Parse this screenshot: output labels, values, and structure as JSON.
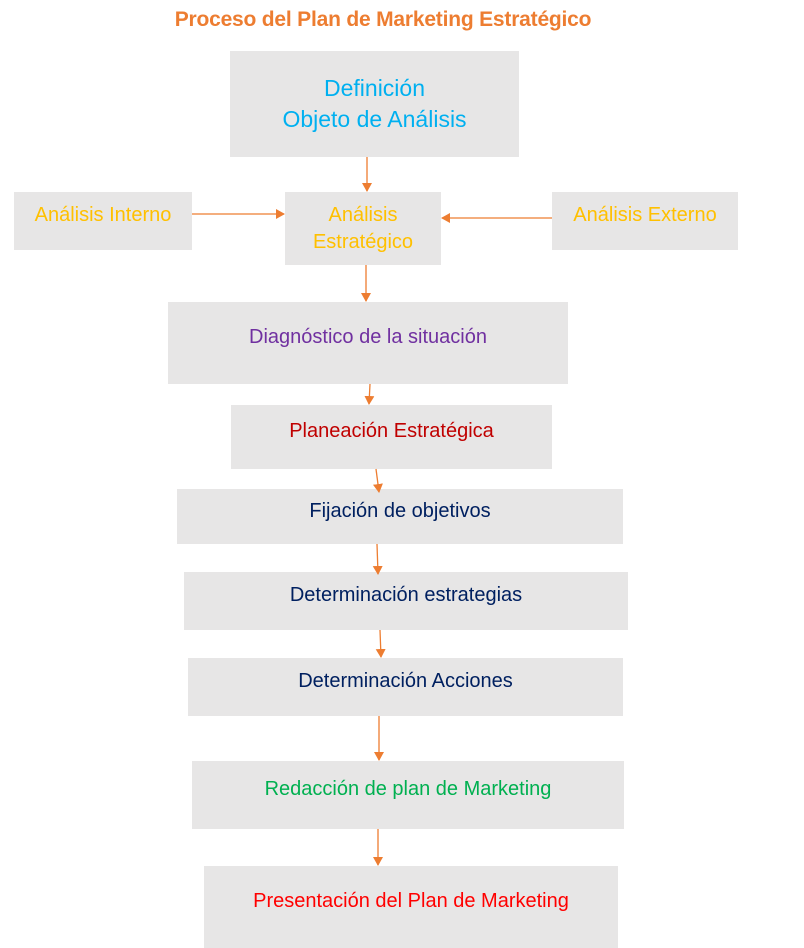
{
  "title": {
    "text": "Proceso del Plan de Marketing Estratégico",
    "color": "#ed7d31"
  },
  "nodes": {
    "definicion": {
      "line1": "Definición",
      "line2": "Objeto de Análisis",
      "color": "#00b0f0"
    },
    "analisis_interno": {
      "text": "Análisis Interno",
      "color": "#ffc000"
    },
    "analisis_estrategico": {
      "line1": "Análisis",
      "line2": "Estratégico",
      "color": "#ffc000"
    },
    "analisis_externo": {
      "text": "Análisis Externo",
      "color": "#ffc000"
    },
    "diagnostico": {
      "text": "Diagnóstico de la situación",
      "color": "#7030a0"
    },
    "planeacion": {
      "text": "Planeación Estratégica",
      "color": "#c00000"
    },
    "fijacion": {
      "text": "Fijación de objetivos",
      "color": "#002060"
    },
    "estrategias": {
      "text": "Determinación estrategias",
      "color": "#002060"
    },
    "acciones": {
      "text": "Determinación Acciones",
      "color": "#002060"
    },
    "redaccion": {
      "text": "Redacción de plan de Marketing",
      "color": "#00b050"
    },
    "presentacion": {
      "text": "Presentación del Plan de Marketing",
      "color": "#ff0000"
    }
  },
  "edges": [
    {
      "from": "definicion",
      "to": "analisis_estrategico"
    },
    {
      "from": "analisis_interno",
      "to": "analisis_estrategico"
    },
    {
      "from": "analisis_externo",
      "to": "analisis_estrategico"
    },
    {
      "from": "analisis_estrategico",
      "to": "diagnostico"
    },
    {
      "from": "diagnostico",
      "to": "planeacion"
    },
    {
      "from": "planeacion",
      "to": "fijacion"
    },
    {
      "from": "fijacion",
      "to": "estrategias"
    },
    {
      "from": "estrategias",
      "to": "acciones"
    },
    {
      "from": "acciones",
      "to": "redaccion"
    },
    {
      "from": "redaccion",
      "to": "presentacion"
    }
  ],
  "arrow_color": "#ed7d31"
}
